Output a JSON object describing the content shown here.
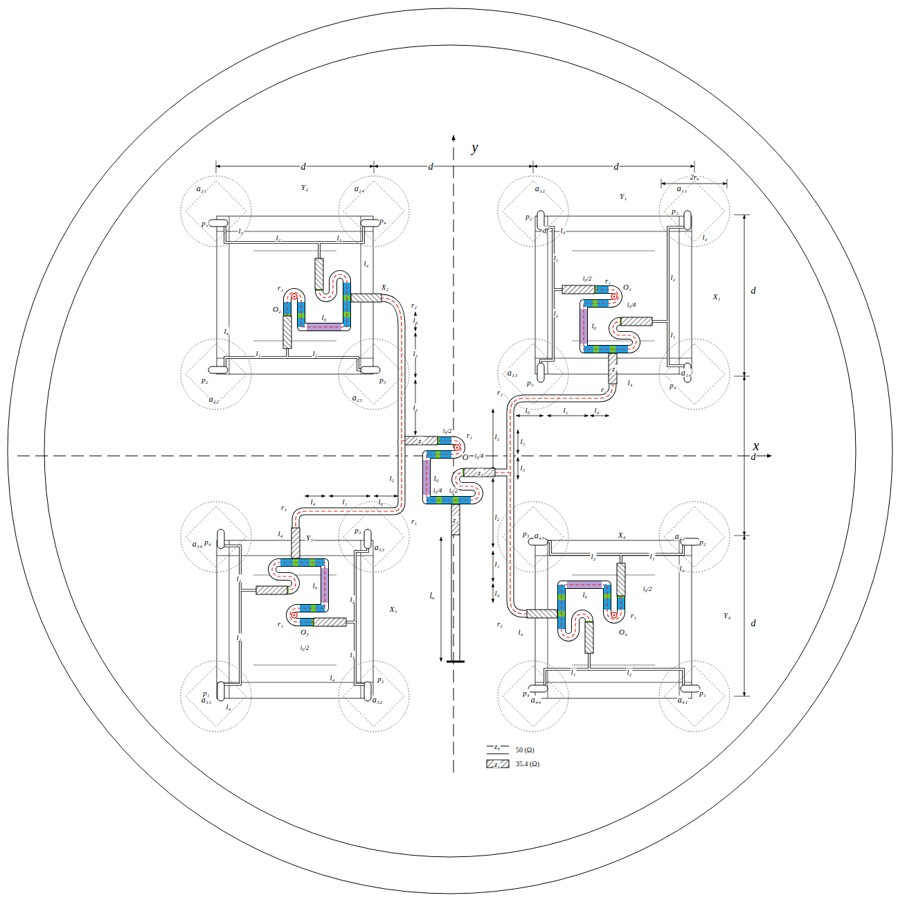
{
  "diagram": {
    "nodes": [
      {
        "text": [
          "a₂₁"
        ]
      },
      {
        "text": [
          "a₂₄"
        ]
      },
      {
        "text": [
          "a₁₂"
        ]
      },
      {
        "text": [
          "a₁₁"
        ]
      },
      {
        "text": [
          "a₂₂"
        ]
      },
      {
        "text": [
          "a₂₃"
        ]
      },
      {
        "text": [
          "a₁₃"
        ]
      },
      {
        "text": [
          "a₁₄"
        ]
      },
      {
        "text": [
          "a₃₄"
        ]
      },
      {
        "text": [
          "a₃₃"
        ]
      },
      {
        "text": [
          "a₄₃"
        ]
      },
      {
        "text": [
          "a₄₂"
        ]
      },
      {
        "text": [
          "a₃₁"
        ]
      },
      {
        "text": [
          "a₃₂"
        ]
      },
      {
        "text": [
          "a₄₄"
        ]
      },
      {
        "text": [
          "a₄₁"
        ]
      }
    ],
    "labels": [
      "y",
      "x",
      "d",
      "d",
      "d",
      "2rₐ",
      "d",
      "d",
      "d",
      "O",
      "lₐ",
      "r₁",
      "r₂",
      "r₂",
      "r₁",
      "r₁",
      "r₁",
      "r₁",
      "l₀/2",
      "l₀",
      "l₀/4",
      "l₀/4",
      "l₀/2",
      "z₁",
      "z₁",
      "z₁",
      "l₄",
      "l₁",
      "l₂",
      "l₂",
      "l₄",
      "l₁",
      "l₀",
      "l₄",
      "l₀",
      "l₁",
      "l₄",
      "l₁",
      "l₃",
      "l₂",
      "l₂",
      "l₁",
      "l₄",
      "l₄",
      "l₄",
      "Y₁",
      "X₁",
      "O₁",
      "p₁",
      "p₂",
      "p₃",
      "p₄",
      "l₁",
      "l₂",
      "l₂",
      "l₁",
      "l₀",
      "l₀/2",
      "l₀/4",
      "z₁",
      "l₄",
      "l₄",
      "df",
      "Y₂",
      "X₂",
      "O₂",
      "p₁",
      "p₄",
      "p₂",
      "p₃",
      "l₂",
      "l₁",
      "l₁",
      "l₂",
      "l₀",
      "l₄",
      "l₄",
      "l₅",
      "Y₃",
      "X₃",
      "O₃",
      "p₄",
      "p₃",
      "p₁",
      "p₂",
      "l₁",
      "l₂",
      "l₂",
      "l₁",
      "l₀",
      "l₀/2",
      "l₄",
      "l₄",
      "X₄",
      "Y₄",
      "O₄",
      "p₃",
      "p₂",
      "p₄",
      "p₁",
      "l₂",
      "l₁",
      "l₁",
      "l₂",
      "l₀",
      "l₀/2",
      "l₄",
      "z₀",
      "z₁",
      "r₁",
      "r₁",
      "r₁",
      "r₁"
    ],
    "legend": [
      {
        "text": "50 (Ω)"
      },
      {
        "text": "35.4 (Ω)"
      }
    ]
  }
}
